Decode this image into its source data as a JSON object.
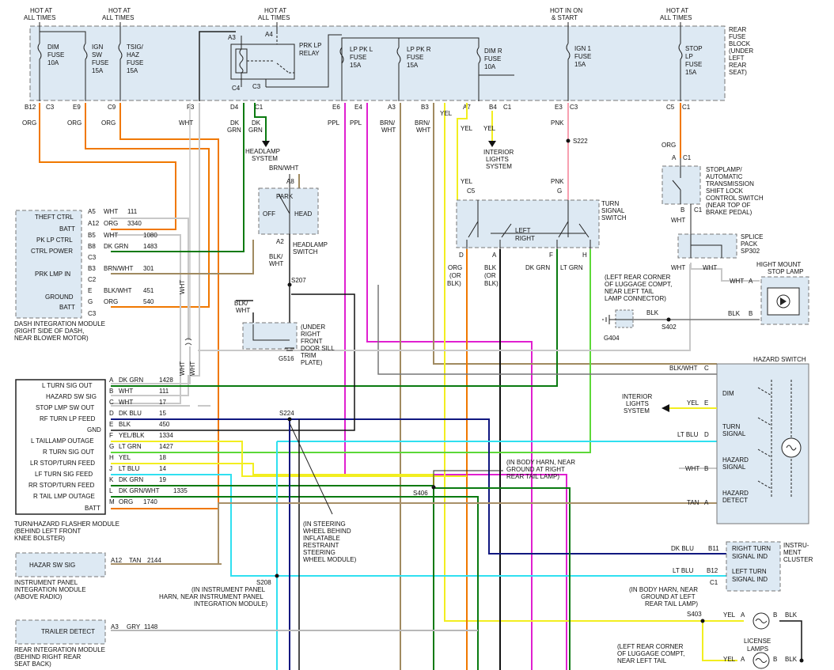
{
  "top_labels": {
    "hot_at_all_times_1": [
      "HOT AT",
      "ALL TIMES"
    ],
    "hot_at_all_times_2": [
      "HOT AT",
      "ALL TIMES"
    ],
    "hot_at_all_times_3": [
      "HOT AT",
      "ALL TIMES"
    ],
    "hot_in_on_start": [
      "HOT IN ON",
      "& START"
    ],
    "hot_at_all_times_4": [
      "HOT AT",
      "ALL TIMES"
    ]
  },
  "fuse_block": {
    "name": [
      "REAR",
      "FUSE",
      "BLOCK",
      "(UNDER",
      "LEFT",
      "REAR",
      "SEAT)"
    ],
    "fuses": [
      {
        "label": [
          "DIM",
          "FUSE",
          "10A"
        ]
      },
      {
        "label": [
          "IGN",
          "SW",
          "FUSE",
          "15A"
        ]
      },
      {
        "label": [
          "TSIG/",
          "HAZ",
          "FUSE",
          "15A"
        ]
      },
      {
        "label": [
          "LP PK L",
          "FUSE",
          "15A"
        ]
      },
      {
        "label": [
          "LP PK R",
          "FUSE",
          "15A"
        ]
      },
      {
        "label": [
          "DIM R",
          "FUSE",
          "10A"
        ]
      },
      {
        "label": [
          "IGN 1",
          "FUSE",
          "15A"
        ]
      },
      {
        "label": [
          "STOP",
          "LP",
          "FUSE",
          "15A"
        ]
      }
    ],
    "relay": {
      "label": [
        "PRK LP",
        "RELAY"
      ],
      "pins": [
        "A3",
        "A4",
        "C3",
        "C4"
      ]
    },
    "pins": [
      "B12",
      "C3",
      "E9",
      "C9",
      "F3",
      "D4",
      "C1",
      "E6",
      "E4",
      "A3",
      "B3",
      "A7",
      "B4",
      "C1",
      "E3",
      "C3",
      "C5",
      "C1"
    ]
  },
  "wire_labels": {
    "org1": "ORG",
    "org2": "ORG",
    "org3": "ORG",
    "wht": "WHT",
    "dkgrn1": "DK GRN",
    "dkgrn2": "DK GRN",
    "ppl1": "PPL",
    "ppl2": "PPL",
    "brnwht1": "BRN/ WHT",
    "brnwht2": "BRN/ WHT",
    "yel1": "YEL",
    "yel2": "YEL",
    "yel3": "YEL",
    "pnk1": "PNK",
    "pnk2": "PNK",
    "org4": "ORG"
  },
  "headlamp_system": [
    "HEADLAMP",
    "SYSTEM"
  ],
  "interior_lights_1": [
    "INTERIOR",
    "LIGHTS",
    "SYSTEM"
  ],
  "splice_s222": "S222",
  "headlamp_switch": {
    "label": [
      "HEADLAMP",
      "SWITCH"
    ],
    "park": "PARK",
    "off": "OFF",
    "head": "HEAD",
    "a8": "A8",
    "a2": "A2",
    "brnwht": "BRN/WHT",
    "blkwht": "BLK/ WHT"
  },
  "dash_module": {
    "title": [
      "DASH INTEGRATION MODULE",
      "(RIGHT SIDE OF DASH,",
      "NEAR BLOWER MOTOR)"
    ],
    "rows": [
      {
        "label": "THEFT CTRL",
        "pin": "A5",
        "wire": "WHT",
        "circuit": "111"
      },
      {
        "label": "BATT",
        "pin": "A12",
        "wire": "ORG",
        "circuit": "3340"
      },
      {
        "label": "PK LP CTRL",
        "pin": "B5",
        "wire": "WHT",
        "circuit": "1080"
      },
      {
        "label": "CTRL POWER",
        "pin": "B8",
        "wire": "DK GRN",
        "circuit": "1483"
      },
      {
        "label": "",
        "pin": "C3",
        "wire": "",
        "circuit": ""
      },
      {
        "label": "PRK LMP IN",
        "pin": "B3",
        "wire": "BRN/WHT",
        "circuit": "301"
      },
      {
        "label": "",
        "pin": "C2",
        "wire": "",
        "circuit": ""
      },
      {
        "label": "GROUND",
        "pin": "E",
        "wire": "BLK/WHT",
        "circuit": "451"
      },
      {
        "label": "BATT",
        "pin": "G",
        "wire": "ORG",
        "circuit": "540"
      },
      {
        "label": "",
        "pin": "C3",
        "wire": "",
        "circuit": ""
      }
    ]
  },
  "s207": "S207",
  "g516": {
    "label": "G516",
    "note": [
      "(UNDER",
      "RIGHT",
      "FRONT",
      "DOOR SILL",
      "TRIM",
      "PLATE)"
    ],
    "wire": "BLK/ WHT"
  },
  "turn_signal_switch": {
    "label": [
      "TURN",
      "SIGNAL",
      "SWITCH"
    ],
    "left": "LEFT",
    "right": "RIGHT",
    "pins": [
      "C5",
      "G",
      "D",
      "A",
      "F",
      "H"
    ],
    "wires": [
      "YEL",
      "PNK",
      "ORG (OR BLK)",
      "BLK (OR BLK)",
      "DK GRN",
      "LT GRN"
    ]
  },
  "stoplamp_switch": {
    "label": [
      "STOPLAMP/",
      "AUTOMATIC",
      "TRANSMISSION",
      "SHIFT LOCK",
      "CONTROL SWITCH",
      "(NEAR TOP OF",
      "BRAKE PEDAL)"
    ],
    "a": "A",
    "c1": "C1",
    "b": "B",
    "c1b": "C1",
    "wht": "WHT"
  },
  "splice_pack": {
    "label": [
      "SPLICE",
      "PACK",
      "SP302"
    ],
    "wht1": "WHT",
    "wht2": "WHT"
  },
  "high_mount": {
    "label": [
      "HIGHT MOUNT",
      "STOP LAMP"
    ],
    "wht": "WHT",
    "a": "A",
    "blk": "BLK",
    "b": "B"
  },
  "g404": {
    "note": [
      "(LEFT REAR CORNER",
      "OF LUGGAGE COMPT,",
      "NEAR LEFT TAIL",
      "LAMP CONNECTOR)"
    ],
    "label": "G404",
    "blk": "BLK",
    "s402": "S402"
  },
  "flasher": {
    "title": [
      "TURN/HAZARD FLASHER MODULE",
      "(BEHIND LEFT FRONT",
      "KNEE BOLSTER)"
    ],
    "rows": [
      {
        "label": "L TURN SIG OUT",
        "pin": "A",
        "wire": "DK GRN",
        "circuit": "1428"
      },
      {
        "label": "HAZARD SW SIG",
        "pin": "B",
        "wire": "WHT",
        "circuit": "111"
      },
      {
        "label": "STOP LMP SW OUT",
        "pin": "C",
        "wire": "WHT",
        "circuit": "17"
      },
      {
        "label": "RF TURN LP FEED",
        "pin": "D",
        "wire": "DK BLU",
        "circuit": "15"
      },
      {
        "label": "GND",
        "pin": "E",
        "wire": "BLK",
        "circuit": "450"
      },
      {
        "label": "L TAILLAMP OUTAGE",
        "pin": "F",
        "wire": "YEL/BLK",
        "circuit": "1334"
      },
      {
        "label": "R TURN SIG OUT",
        "pin": "G",
        "wire": "LT GRN",
        "circuit": "1427"
      },
      {
        "label": "LR STOP/TURN FEED",
        "pin": "H",
        "wire": "YEL",
        "circuit": "18"
      },
      {
        "label": "LF TURN SIG FEED",
        "pin": "J",
        "wire": "LT BLU",
        "circuit": "14"
      },
      {
        "label": "RR STOP/TURN FEED",
        "pin": "K",
        "wire": "DK GRN",
        "circuit": "19"
      },
      {
        "label": "R TAIL LMP OUTAGE",
        "pin": "L",
        "wire": "DK GRN/WHT",
        "circuit": "1335"
      },
      {
        "label": "BATT",
        "pin": "M",
        "wire": "ORG",
        "circuit": "1740"
      }
    ]
  },
  "s224": "S224",
  "steering_note": [
    "(IN STEERING",
    "WHEEL BEHIND",
    "INFLATABLE",
    "RESTRAINT",
    "STEERING",
    "WHEEL MODULE)"
  ],
  "hazard_switch": {
    "title": "HAZARD SWITCH",
    "rows": [
      {
        "wire": "BLK/WHT",
        "pin": "C",
        "label": ""
      },
      {
        "wire": "YEL",
        "pin": "E",
        "label": "DIM"
      },
      {
        "wire": "LT BLU",
        "pin": "D",
        "label": "TURN SIGNAL"
      },
      {
        "wire": "WHT",
        "pin": "B",
        "label": "HAZARD SIGNAL"
      },
      {
        "wire": "TAN",
        "pin": "A",
        "label": "HAZARD DETECT"
      }
    ]
  },
  "interior_lights_2": [
    "INTERIOR",
    "LIGHTS",
    "SYSTEM"
  ],
  "s406": {
    "label": "S406",
    "note": [
      "(IN BODY HARN, NEAR",
      "GROUND AT RIGHT",
      "REAR TAIL LAMP)"
    ]
  },
  "hazar_module": {
    "label": "HAZAR SW SIG",
    "pin": "A12",
    "wire": "TAN",
    "circuit": "2144",
    "title": [
      "INSTRUMENT PANEL",
      "INTEGRATION MODULE",
      "(ABOVE RADIO)"
    ]
  },
  "s208": {
    "label": "S208",
    "note": [
      "(IN INSTRUMENT PANEL",
      "HARN, NEAR INSTRUMENT PANEL",
      "INTEGRATION MODULE)"
    ]
  },
  "cluster": {
    "title": [
      "INSTRU-",
      "MENT",
      "CLUSTER"
    ],
    "rows": [
      {
        "wire": "DK BLU",
        "pin": "B11",
        "label": [
          "RIGHT TURN",
          "SIGNAL IND"
        ]
      },
      {
        "wire": "LT BLU",
        "pin": "B12",
        "label": [
          "LEFT TURN",
          "SIGNAL IND"
        ]
      }
    ],
    "conn": "C1"
  },
  "s403": {
    "label": "S403",
    "note": [
      "(IN BODY HARN, NEAR",
      "GROUND AT LEFT",
      "REAR TAIL LAMP)"
    ]
  },
  "license": {
    "label": [
      "LICENSE",
      "LAMPS"
    ],
    "yel1": "YEL",
    "a1": "A",
    "b1": "B",
    "blk1": "BLK",
    "yel2": "YEL",
    "a2": "A",
    "b2": "B",
    "blk2": "BLK"
  },
  "rear_module": {
    "label": "TRAILER DETECT",
    "pin": "A3",
    "wire": "GRY",
    "circuit": "1148",
    "title": [
      "REAR INTEGRATION MODULE",
      "(BEHIND RIGHT REAR",
      "SEAT BACK)"
    ]
  },
  "bottom_note": [
    "(LEFT REAR CORNER",
    "OF LUGGAGE COMPT,",
    "NEAR LEFT TAIL"
  ],
  "colors": {
    "org": "#f07800",
    "dkgrn": "#0a7a10",
    "ltgrn": "#5cd838",
    "ppl": "#e020d0",
    "brnwht": "#a08a60",
    "yel": "#f2ee20",
    "pnk": "#f8a0b0",
    "ltblu": "#30e0f0",
    "dkblu": "#101880",
    "blk": "#202020",
    "wht": "#c8c8c8",
    "tan": "#a89068",
    "gry": "#b8b8b8",
    "box_fill": "#dde9f3"
  }
}
